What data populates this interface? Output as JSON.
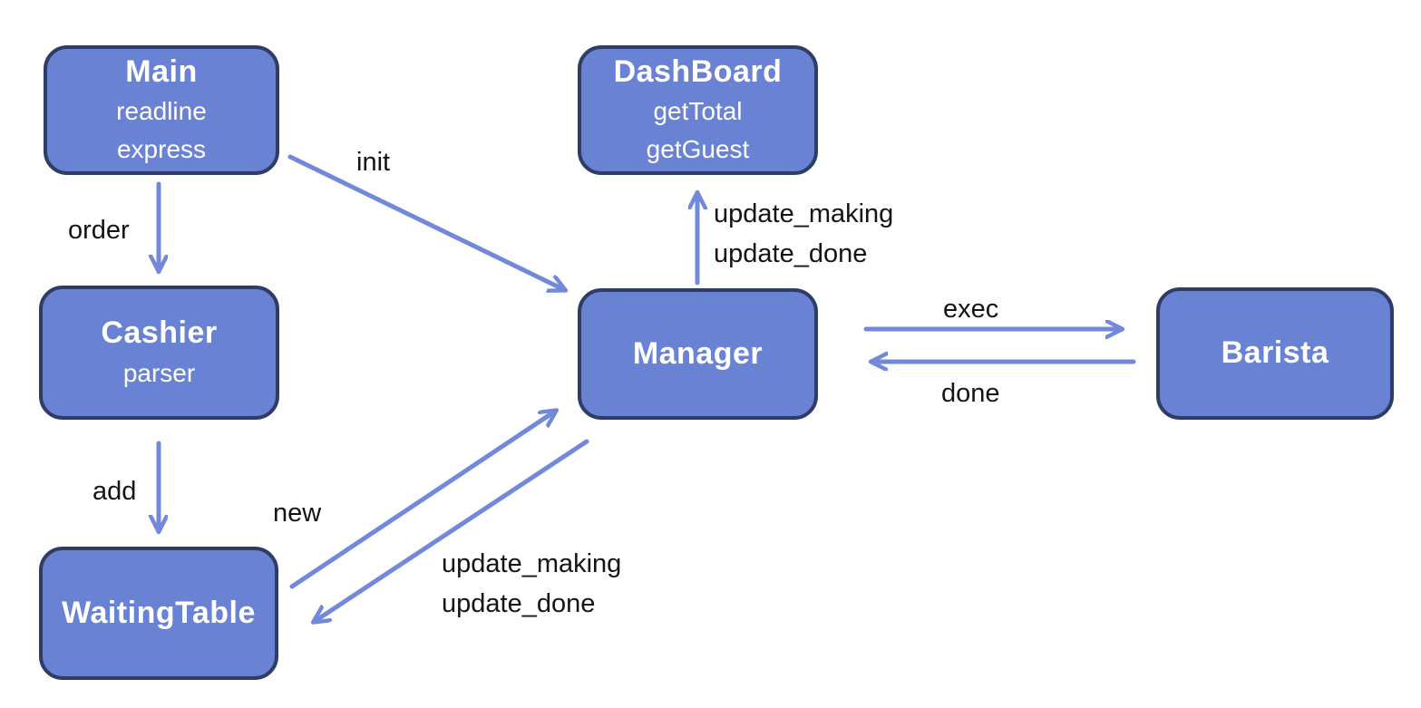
{
  "diagram": {
    "title": "coffee-shop component diagram",
    "colors": {
      "node_fill": "#6A82D4",
      "node_border": "#2F3C63",
      "node_text": "#FFFFFF",
      "arrow": "#7289DB",
      "label_text": "#141414",
      "background": "#FFFFFF"
    },
    "nodes": [
      {
        "id": "main",
        "title": "Main",
        "lines": [
          "readline",
          "express"
        ]
      },
      {
        "id": "cashier",
        "title": "Cashier",
        "lines": [
          "parser"
        ]
      },
      {
        "id": "waitingtable",
        "title": "WaitingTable",
        "lines": []
      },
      {
        "id": "dashboard",
        "title": "DashBoard",
        "lines": [
          "getTotal",
          "getGuest"
        ]
      },
      {
        "id": "manager",
        "title": "Manager",
        "lines": []
      },
      {
        "id": "barista",
        "title": "Barista",
        "lines": []
      }
    ],
    "edges": [
      {
        "from": "Main",
        "to": "Cashier",
        "labels": [
          "order"
        ]
      },
      {
        "from": "Main",
        "to": "Manager",
        "labels": [
          "init"
        ]
      },
      {
        "from": "Cashier",
        "to": "WaitingTable",
        "labels": [
          "add"
        ]
      },
      {
        "from": "WaitingTable",
        "to": "Manager",
        "labels": [
          "new"
        ]
      },
      {
        "from": "Manager",
        "to": "WaitingTable",
        "labels": [
          "update_making",
          "update_done"
        ]
      },
      {
        "from": "Manager",
        "to": "DashBoard",
        "labels": [
          "update_making",
          "update_done"
        ]
      },
      {
        "from": "Manager",
        "to": "Barista",
        "labels": [
          "exec"
        ]
      },
      {
        "from": "Barista",
        "to": "Manager",
        "labels": [
          "done"
        ]
      }
    ]
  }
}
